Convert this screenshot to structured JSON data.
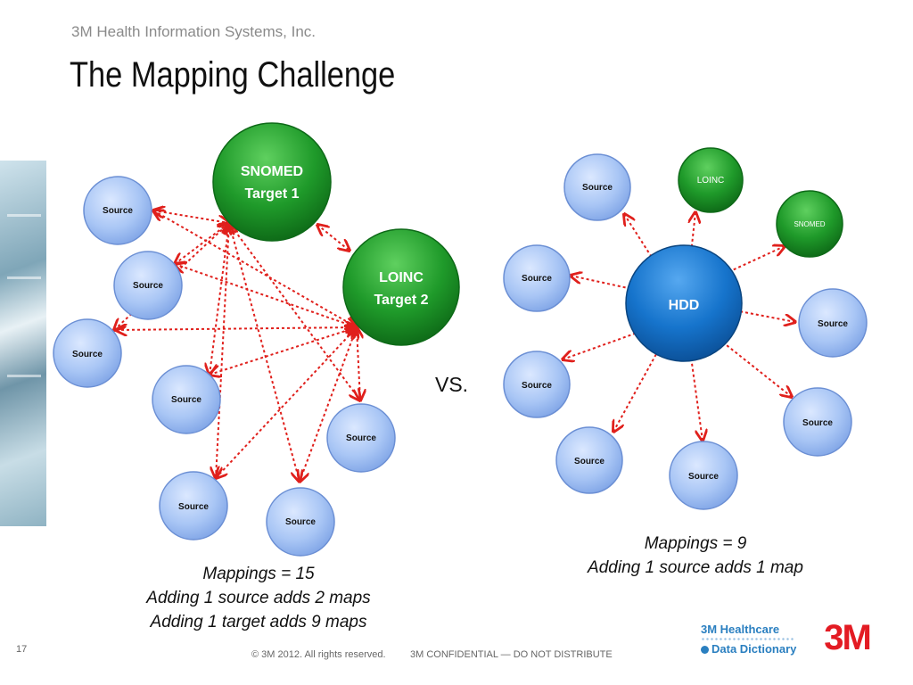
{
  "header": {
    "company": "3M Health Information Systems, Inc.",
    "title": "The Mapping Challenge"
  },
  "left_diagram": {
    "targets": [
      {
        "id": "snomed",
        "line1": "SNOMED",
        "line2": "Target 1"
      },
      {
        "id": "loinc",
        "line1": "LOINC",
        "line2": "Target 2"
      }
    ],
    "source_label": "Source",
    "caption": [
      "Mappings = 15",
      "Adding 1 source adds 2 maps",
      "Adding 1 target adds 9 maps"
    ]
  },
  "vs_label": "VS.",
  "right_diagram": {
    "hub": "HDD",
    "targets": [
      {
        "id": "loinc",
        "label": "LOINC"
      },
      {
        "id": "snomed",
        "label": "SNOMED"
      }
    ],
    "source_label": "Source",
    "caption": [
      "Mappings = 9",
      "Adding 1 source adds 1 map"
    ]
  },
  "footer": {
    "page_number": "17",
    "copyright": "© 3M 2012.  All rights reserved.",
    "confidential": "3M CONFIDENTIAL — DO NOT DISTRIBUTE",
    "hdd_logo_line1": "3M Healthcare",
    "hdd_logo_line2": "Data Dictionary",
    "brand_logo": "3M"
  },
  "colors": {
    "source_fill": "#a9c6f5",
    "target_fill": "#1f9a2a",
    "hub_fill": "#1674cc",
    "arrow": "#e0201c",
    "brand_red": "#e31b23"
  }
}
